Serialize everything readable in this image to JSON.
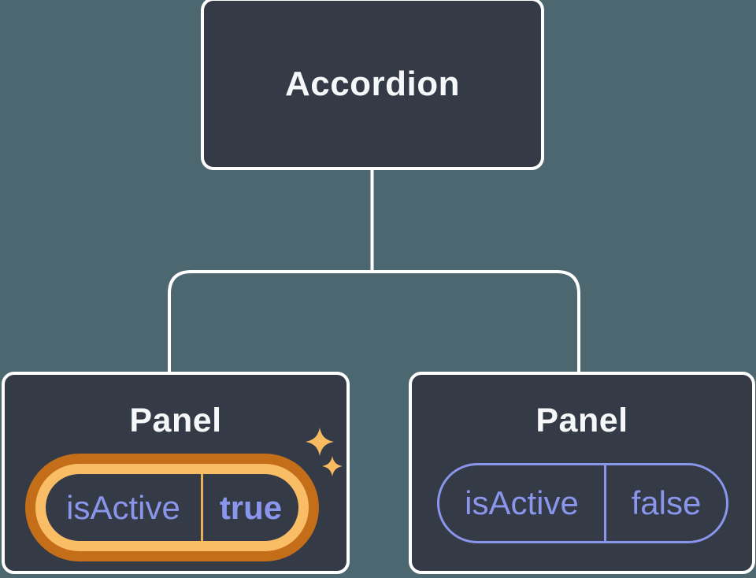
{
  "theme": {
    "bg": "#4d6770",
    "node-fill": "#343a46",
    "node-border": "#ffffff",
    "title-color": "#f6f7f9",
    "state-purple": "#8a96ec",
    "highlight-dark-orange": "#c56e1a",
    "highlight-gold": "#f9bd66",
    "divider-gold": "#eab257",
    "sparkle-gold": "#f8bb60",
    "connector-line": "#ffffff"
  },
  "diagram": {
    "type": "component-tree",
    "root": {
      "label": "Accordion"
    },
    "children": [
      {
        "label": "Panel",
        "state": {
          "key": "isActive",
          "value": "true"
        },
        "highlighted": true
      },
      {
        "label": "Panel",
        "state": {
          "key": "isActive",
          "value": "false"
        },
        "highlighted": false
      }
    ]
  }
}
